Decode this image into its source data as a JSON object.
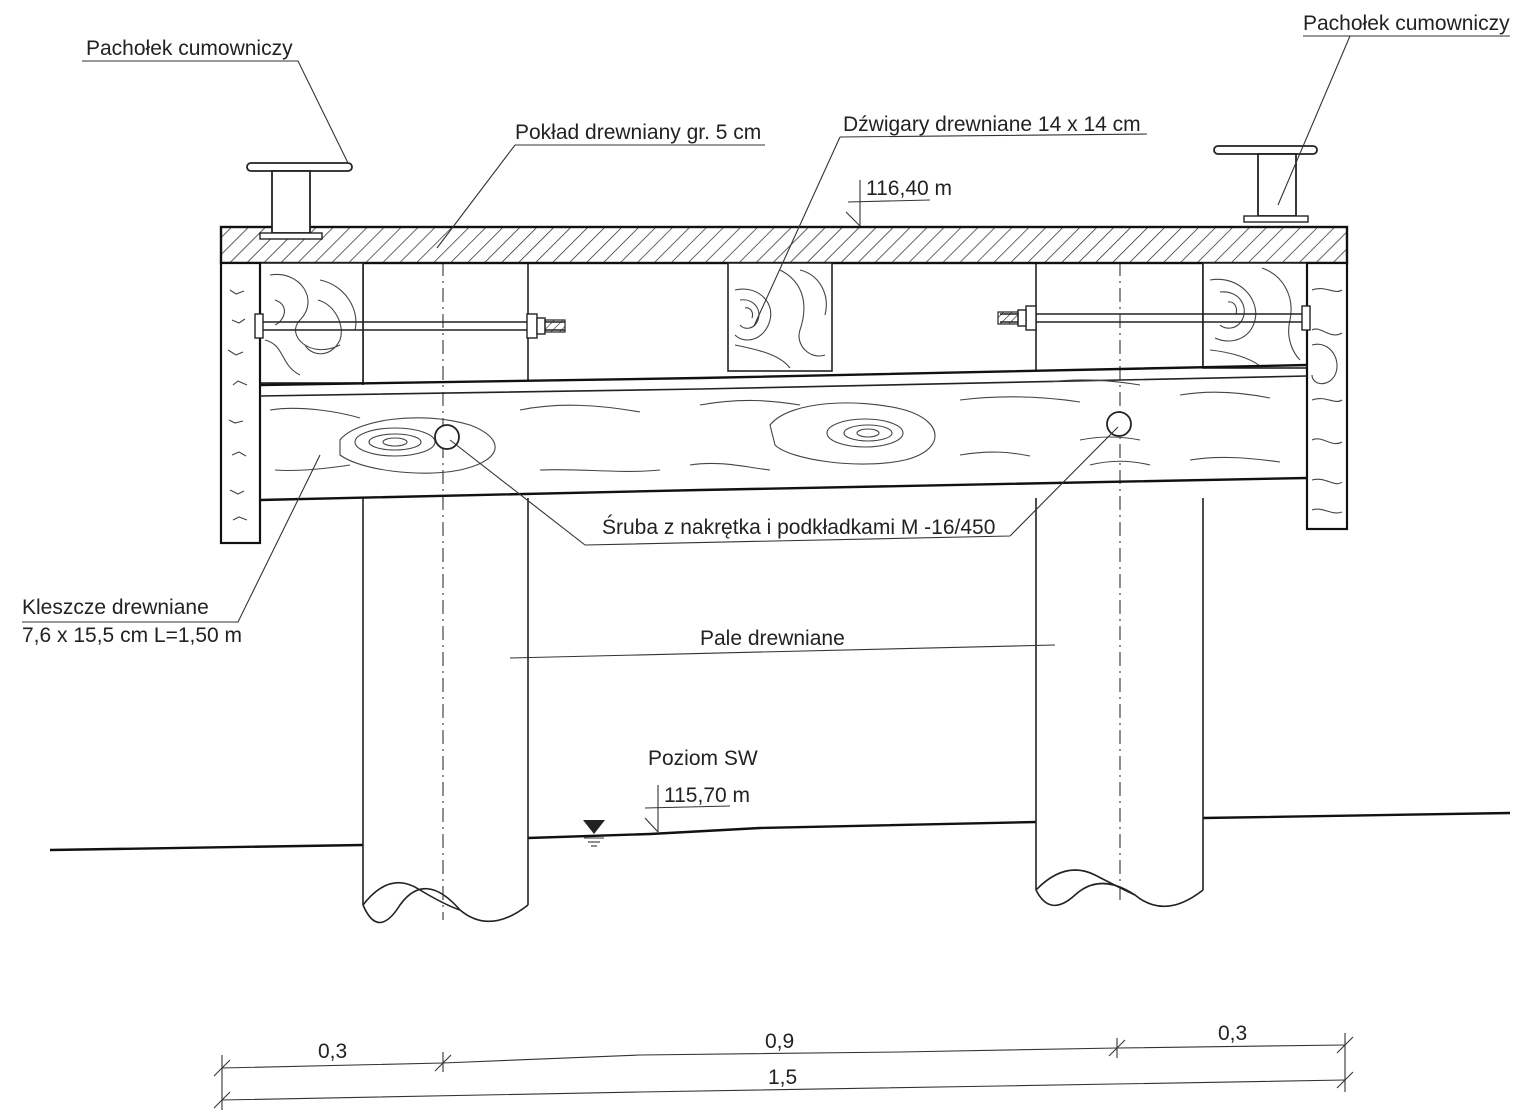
{
  "labels": {
    "bollard_left": "Pachołek cumowniczy",
    "bollard_right": "Pachołek cumowniczy",
    "deck": "Pokład drewniany gr. 5 cm",
    "girders": "Dźwigary drewniane 14 x 14 cm",
    "deck_level": "116,40 m",
    "bolt": "Śruba z nakrętka i podkładkami M -16/450",
    "clamp_line1": "Kleszcze drewniane",
    "clamp_line2": "7,6 x 15,5 cm L=1,50 m",
    "piles": "Pale drewniane",
    "water_label": "Poziom SW",
    "water_level": "115,70 m"
  },
  "dimensions": {
    "left_span": "0,3",
    "middle_span": "0,9",
    "right_span": "0,3",
    "total": "1,5"
  },
  "colors": {
    "ink": "#222222",
    "paper": "#ffffff"
  }
}
